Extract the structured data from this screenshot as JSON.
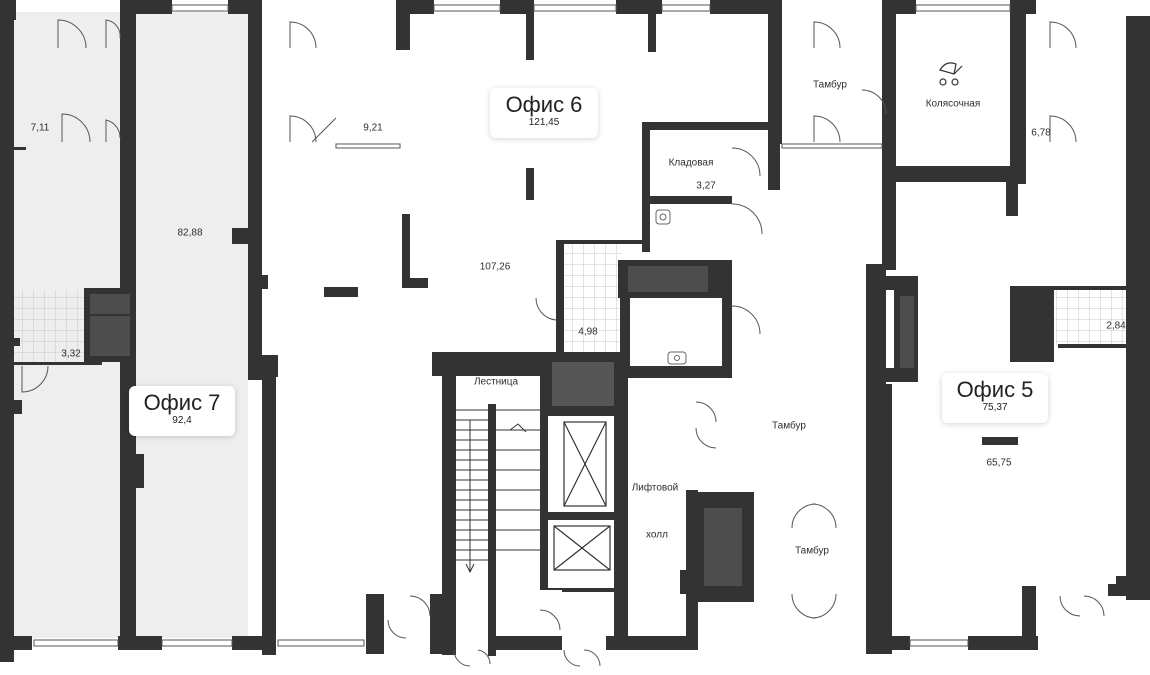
{
  "offices": [
    {
      "title": "Офис 7",
      "area": "92,4"
    },
    {
      "title": "Офис 6",
      "area": "121,45"
    },
    {
      "title": "Офис 5",
      "area": "75,37"
    }
  ],
  "rooms": {
    "r711": "7,11",
    "r8288": "82,88",
    "r332": "3,32",
    "r921": "9,21",
    "r10726": "107,26",
    "storage_name": "Кладовая",
    "r327": "3,27",
    "r498": "4,98",
    "stairs": "Лестница",
    "lift_hall_1": "Лифтовой",
    "lift_hall_2": "холл",
    "vestibule_top": "Тамбур",
    "vestibule_mid": "Тамбур",
    "vestibule_low": "Тамбур",
    "stroller": "Колясочная",
    "r678": "6,78",
    "r284": "2,84",
    "r6575": "65,75"
  },
  "colors": {
    "wall": "#333333",
    "office7_fill": "#eeeeee",
    "shaft": "#4d4d4d",
    "tile": "#cccccc"
  }
}
